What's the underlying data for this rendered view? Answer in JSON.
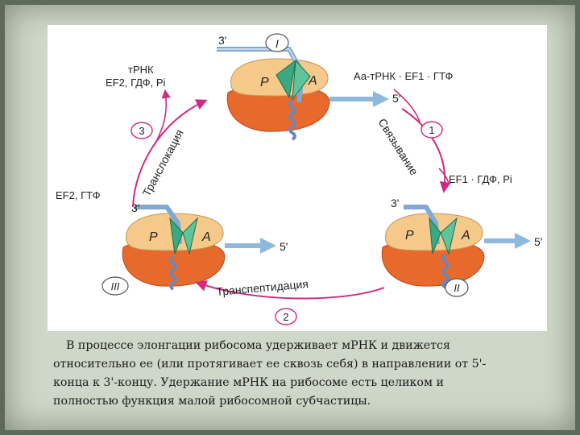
{
  "figure": {
    "stages": {
      "one": {
        "roman": "I",
        "p": "P",
        "a": "A",
        "three_prime": "3'",
        "five_prime": "5'"
      },
      "two": {
        "roman": "II",
        "p": "P",
        "a": "A",
        "three_prime": "3'",
        "five_prime": "5'"
      },
      "three": {
        "roman": "III",
        "p": "P",
        "a": "A",
        "three_prime": "3'",
        "five_prime": "5'"
      }
    },
    "steps": {
      "binding": {
        "number": "1",
        "label": "Связывание"
      },
      "transpeptidation": {
        "number": "2",
        "label": "Транспептидация"
      },
      "translocation": {
        "number": "3",
        "label": "Транслокация"
      }
    },
    "labels": {
      "binding_input": "Аа-тРНК · EF1 · ГТФ",
      "binding_output": "EF1 · ГДФ, Pi",
      "translocation_input": "EF2, ГТФ",
      "translocation_output_1": "тРНК",
      "translocation_output_2": "EF2, ГДФ, Pi"
    },
    "colors": {
      "large_subunit": "#e8692c",
      "small_subunit": "#f5c98a",
      "mrna": "#8fb8dd",
      "trna": "#3aa880",
      "peptide": "#6f86b5",
      "arrow": "#d12a7e"
    }
  },
  "caption": {
    "line1": "В процессе элонгации рибосома удерживает мРНК и движется",
    "line2": "относительно ее (или протягивает ее сквозь себя) в направлении от 5'-",
    "line3": "конца к 3'-концу. Удержание мРНК на рибосоме есть целиком и",
    "line4": "полностью функция малой рибосомной субчастицы."
  }
}
